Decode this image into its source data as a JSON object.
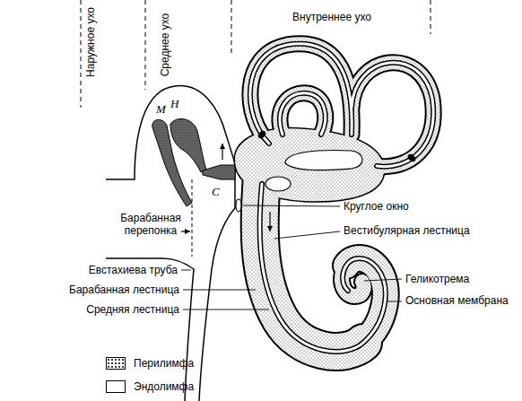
{
  "diagram": {
    "labels": [
      "Наружное ухо",
      "Среднее ухо",
      "Внутреннее ухо",
      "М",
      "Н",
      "С",
      "Барабанная перепонка",
      "Круглое окно",
      "Вестибулярная лестница",
      "Евстахиева труба",
      "Геликотрема",
      "Барабанная лестница",
      "Основная мембрана",
      "Средняя лестница"
    ],
    "legend": [
      {
        "text": "Перилимфа"
      },
      {
        "text": "Эндолимфа",
        "color": "#ffffff"
      }
    ]
  }
}
